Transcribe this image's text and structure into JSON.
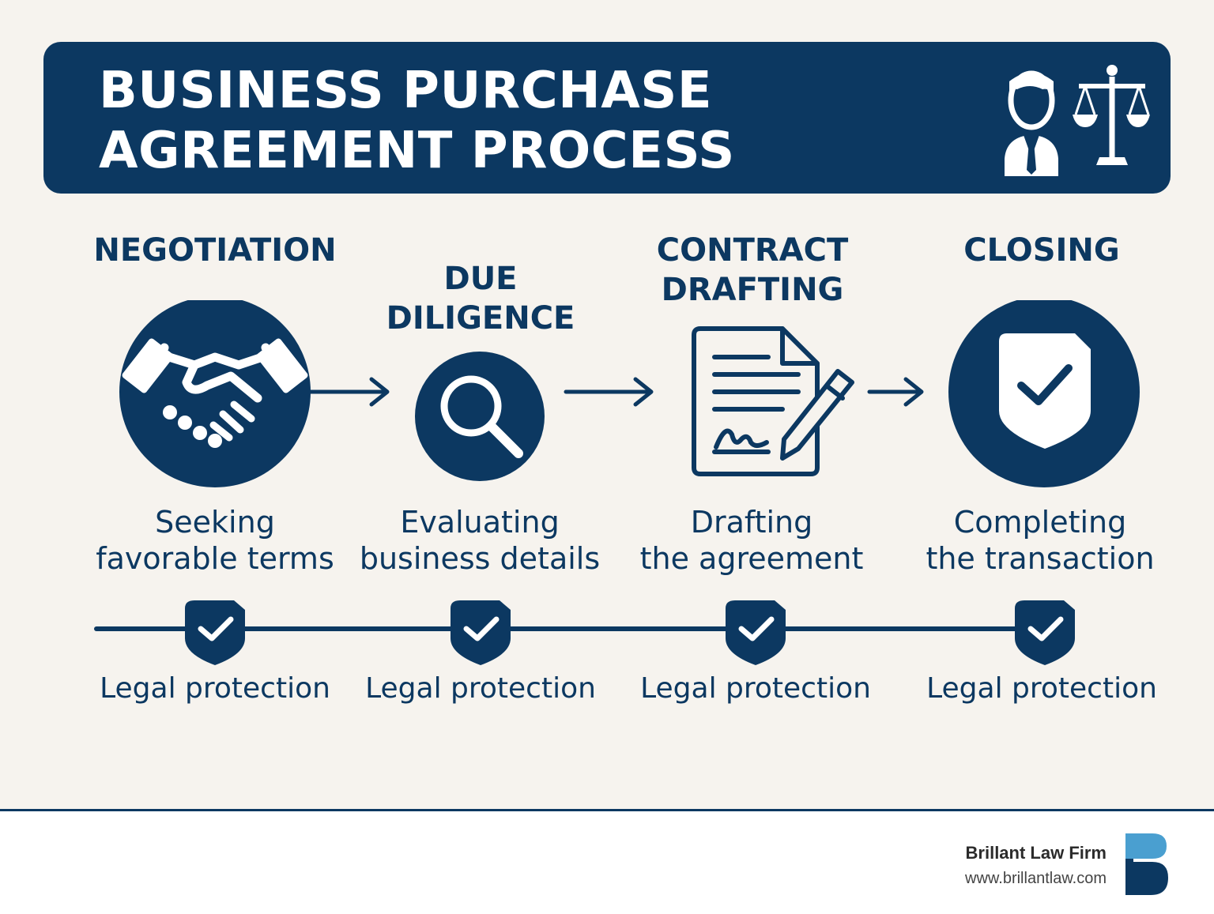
{
  "header": {
    "title_line1": "BUSINESS PURCHASE",
    "title_line2": "AGREEMENT PROCESS",
    "icon": "lawyer-scales-icon"
  },
  "steps": [
    {
      "title_lines": [
        "NEGOTIATION"
      ],
      "description_lines": [
        "Seeking",
        "favorable terms"
      ],
      "icon": "handshake-icon",
      "protection": "Legal protection"
    },
    {
      "title_lines": [
        "DUE",
        "DILIGENCE"
      ],
      "description_lines": [
        "Evaluating",
        "business details"
      ],
      "icon": "magnifier-icon",
      "protection": "Legal protection"
    },
    {
      "title_lines": [
        "CONTRACT",
        "DRAFTING"
      ],
      "description_lines": [
        "Drafting",
        "the agreement"
      ],
      "icon": "signed-document-icon",
      "protection": "Legal protection"
    },
    {
      "title_lines": [
        "CLOSING"
      ],
      "description_lines": [
        "Completing",
        "the transaction"
      ],
      "icon": "shield-check-icon",
      "protection": "Legal protection"
    }
  ],
  "footer": {
    "firm_name": "Brillant Law Firm",
    "firm_url": "www.brillantlaw.com",
    "logo_icon": "brillant-b-logo-icon"
  },
  "colors": {
    "primary": "#0c3861",
    "background": "#f6f3ee",
    "logo_light": "#4a9fd0"
  }
}
